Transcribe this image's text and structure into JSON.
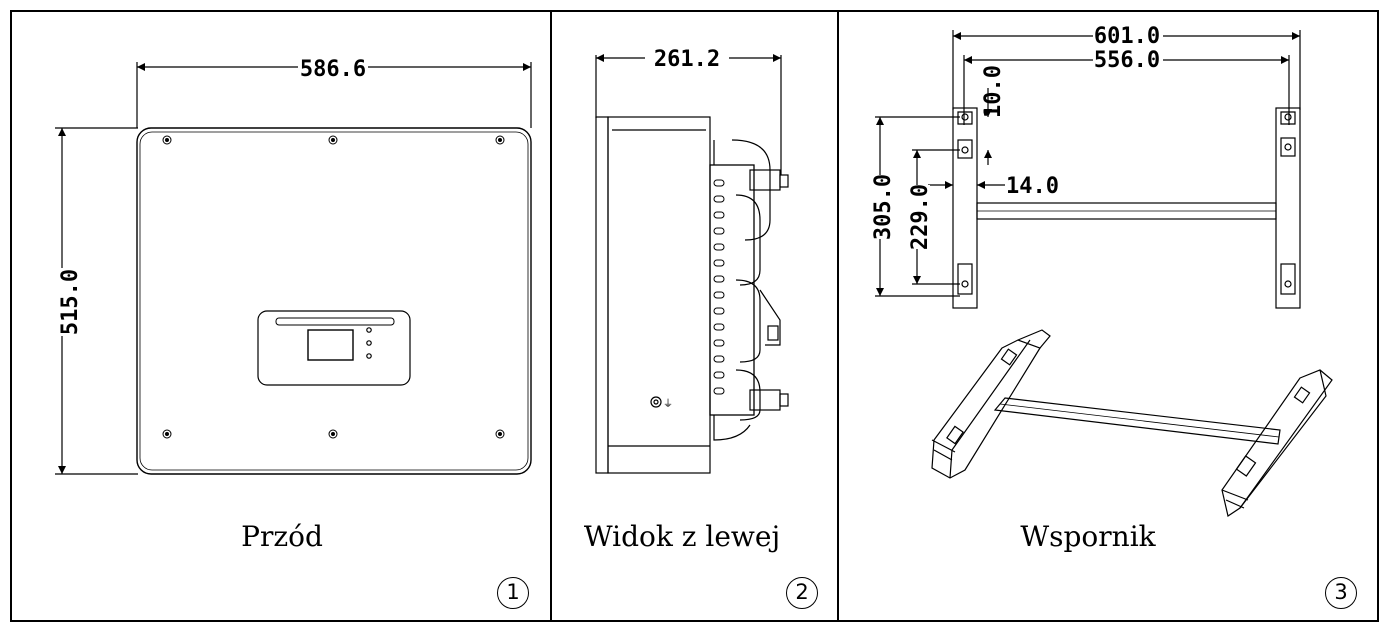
{
  "panels": [
    {
      "caption": "Przód",
      "number": "1",
      "dims": {
        "width": "586.6",
        "height": "515.0"
      }
    },
    {
      "caption": "Widok z lewej",
      "number": "2",
      "dims": {
        "depth": "261.2"
      }
    },
    {
      "caption": "Wspornik",
      "number": "3",
      "dims": {
        "outer": "601.0",
        "inner": "556.0",
        "top_offset": "10.0",
        "hole_offset": "14.0",
        "rail_height": "305.0",
        "hole_spacing": "229.0"
      }
    }
  ]
}
